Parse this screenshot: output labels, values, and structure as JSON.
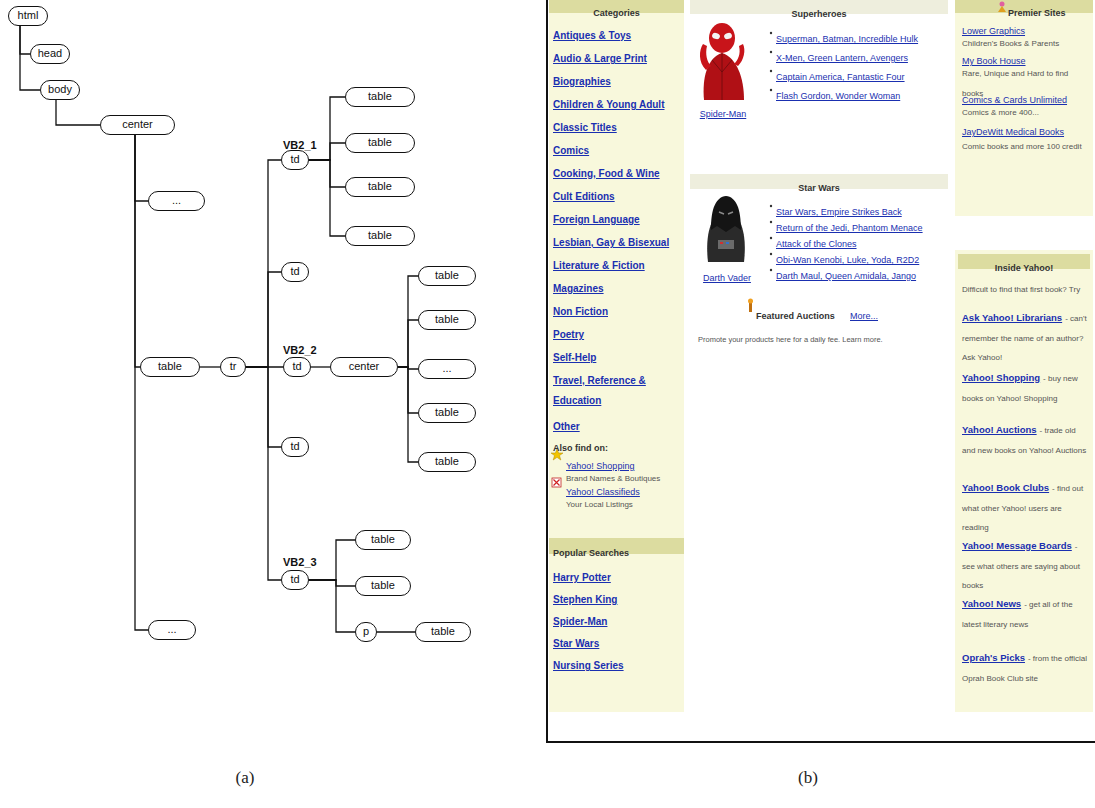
{
  "diagram": {
    "nodes": [
      {
        "text": [
          "html"
        ]
      },
      {
        "text": [
          "head"
        ]
      },
      {
        "text": [
          "body"
        ]
      },
      {
        "text": [
          "center"
        ]
      },
      {
        "text": [
          "..."
        ]
      },
      {
        "text": [
          "table"
        ]
      },
      {
        "text": [
          "tr"
        ]
      },
      {
        "text": [
          "td"
        ]
      },
      {
        "text": [
          "table"
        ]
      },
      {
        "text": [
          "table"
        ]
      },
      {
        "text": [
          "table"
        ]
      },
      {
        "text": [
          "table"
        ]
      },
      {
        "text": [
          "td"
        ]
      },
      {
        "text": [
          "td"
        ]
      },
      {
        "text": [
          "center"
        ]
      },
      {
        "text": [
          "table"
        ]
      },
      {
        "text": [
          "table"
        ]
      },
      {
        "text": [
          "..."
        ]
      },
      {
        "text": [
          "table"
        ]
      },
      {
        "text": [
          "table"
        ]
      },
      {
        "text": [
          "td"
        ]
      },
      {
        "text": [
          "td"
        ]
      },
      {
        "text": [
          "table"
        ]
      },
      {
        "text": [
          "table"
        ]
      },
      {
        "text": [
          "p"
        ]
      },
      {
        "text": [
          "table"
        ]
      },
      {
        "text": [
          "..."
        ]
      }
    ],
    "edges": [
      {
        "from": 0,
        "to": 1,
        "arrow": "none"
      },
      {
        "from": 0,
        "to": 2,
        "arrow": "none"
      },
      {
        "from": 2,
        "to": 3,
        "arrow": "none"
      },
      {
        "from": 3,
        "to": 4,
        "arrow": "none"
      },
      {
        "from": 3,
        "to": 5,
        "arrow": "none"
      },
      {
        "from": 3,
        "to": 26,
        "arrow": "none"
      },
      {
        "from": 5,
        "to": 6,
        "arrow": "none"
      },
      {
        "from": 6,
        "to": 7,
        "arrow": "none"
      },
      {
        "from": 6,
        "to": 12,
        "arrow": "none"
      },
      {
        "from": 6,
        "to": 13,
        "arrow": "none"
      },
      {
        "from": 6,
        "to": 20,
        "arrow": "none"
      },
      {
        "from": 6,
        "to": 21,
        "arrow": "none"
      },
      {
        "from": 7,
        "to": 8,
        "arrow": "none"
      },
      {
        "from": 7,
        "to": 9,
        "arrow": "none"
      },
      {
        "from": 7,
        "to": 10,
        "arrow": "none"
      },
      {
        "from": 7,
        "to": 11,
        "arrow": "none"
      },
      {
        "from": 13,
        "to": 14,
        "arrow": "none"
      },
      {
        "from": 14,
        "to": 15,
        "arrow": "none"
      },
      {
        "from": 14,
        "to": 16,
        "arrow": "none"
      },
      {
        "from": 14,
        "to": 17,
        "arrow": "none"
      },
      {
        "from": 14,
        "to": 18,
        "arrow": "none"
      },
      {
        "from": 14,
        "to": 19,
        "arrow": "none"
      },
      {
        "from": 21,
        "to": 22,
        "arrow": "none"
      },
      {
        "from": 21,
        "to": 23,
        "arrow": "none"
      },
      {
        "from": 21,
        "to": 24,
        "arrow": "none"
      },
      {
        "from": 24,
        "to": 25,
        "arrow": "none"
      }
    ],
    "labels": [
      "VB2_1",
      "VB2_2",
      "VB2_3",
      "(a)",
      "(b)",
      "Categories",
      "Antiques & Toys",
      "Audio & Large Print",
      "Biographies",
      "Children & Young Adult",
      "Classic Titles",
      "Comics",
      "Cooking, Food & Wine",
      "Cult Editions",
      "Foreign Language",
      "Lesbian, Gay & Bisexual",
      "Literature & Fiction",
      "Magazines",
      "Non Fiction",
      "Poetry",
      "Self-Help",
      "Travel, Reference & Education",
      "Other",
      "Also find on:",
      "Yahoo! Shopping",
      "Brand Names & Boutiques",
      "Yahoo! Classifieds",
      "Your Local Listings",
      "Popular Searches",
      "Harry Potter",
      "Stephen King",
      "Spider-Man",
      "Star Wars",
      "Nursing Series",
      "Superheroes",
      "Superman, Batman, Incredible Hulk",
      "X-Men, Green Lantern, Avengers",
      "Captain America, Fantastic Four",
      "Flash Gordon, Wonder Woman",
      "Spider-Man",
      "Star Wars",
      "Star Wars, Empire Strikes Back",
      "Return of the Jedi, Phantom Menace",
      "Attack of the Clones",
      "Obi-Wan Kenobi, Luke, Yoda, R2D2",
      "Darth Maul, Queen Amidala, Jango",
      "Darth Vader",
      "Featured Auctions",
      "More...",
      "Promote your products here for a daily fee. Learn more.",
      "Premier Sites",
      "Lower Graphics",
      "Children's Books & Parents",
      "My Book House",
      "Rare, Unique and Hard to find books",
      "Comics & Cards Unlimited",
      "Comics & more 400...",
      "JayDeWitt Medical Books",
      "Comic books and more 100 credit",
      "Inside Yahoo!",
      "Difficult to find that first book? Try",
      "Ask Yahoo! Librarians",
      "- can't remember the name of an author? Ask Yahoo!",
      "Yahoo! Shopping",
      "- buy new books on Yahoo! Shopping",
      "Yahoo! Auctions",
      "- trade old and new books on Yahoo! Auctions",
      "Yahoo! Book Clubs",
      "- find out what other Yahoo! users are reading",
      "Yahoo! Message Boards",
      "- see what others are saying about books",
      "Yahoo! News",
      "- get all of the latest literary news",
      "Oprah's Picks",
      "- from the official Oprah Book Club site"
    ]
  }
}
